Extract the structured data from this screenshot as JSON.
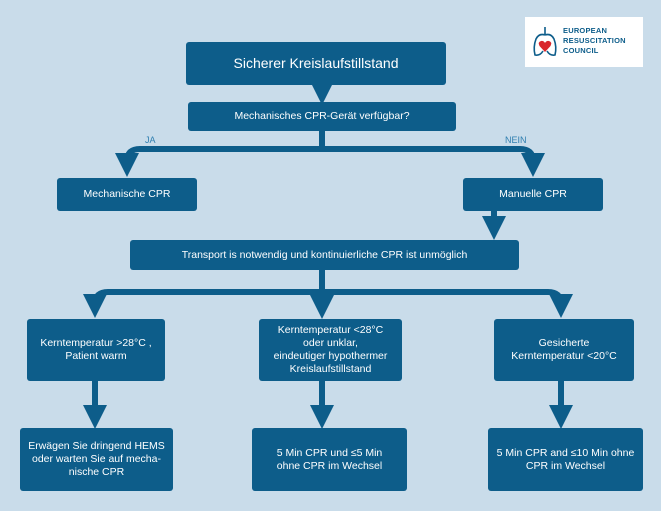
{
  "logo": {
    "line1": "EUROPEAN",
    "line2": "RESUSCITATION",
    "line3": "COUNCIL",
    "icon": "lungs-heart-icon",
    "colors": {
      "brand": "#0d5d8a",
      "heart": "#d9262b"
    }
  },
  "nodes": {
    "start": "Sicherer Kreislaufstillstand",
    "question": "Mechanisches CPR-Gerät verfügbar?",
    "yes_label": "JA",
    "no_label": "NEIN",
    "mechanical": "Mechanische CPR",
    "manual": "Manuelle CPR",
    "transport": "Transport is notwendig und kontinuierliche CPR ist unmöglich",
    "cond_warm": "Kerntemperatur >28°C ,\nPatient warm",
    "cond_unclear": "Kerntemperatur <28°C\noder unklar,\neindeutiger hypothermer\nKreislaufstillstand",
    "cond_cold": "Gesicherte\nKerntemperatur <20°C",
    "action_warm": "Erwägen Sie dringend HEMS\noder warten Sie auf mecha-\nnische CPR",
    "action_unclear": "5 Min CPR und ≤5 Min\nohne  CPR im Wechsel",
    "action_cold": "5 Min CPR and ≤10 Min ohne\nCPR im Wechsel"
  },
  "colors": {
    "background": "#c9dcea",
    "box": "#0d5d8a",
    "arrow": "#0d5d8a",
    "branch_label": "#2f7fb0"
  }
}
